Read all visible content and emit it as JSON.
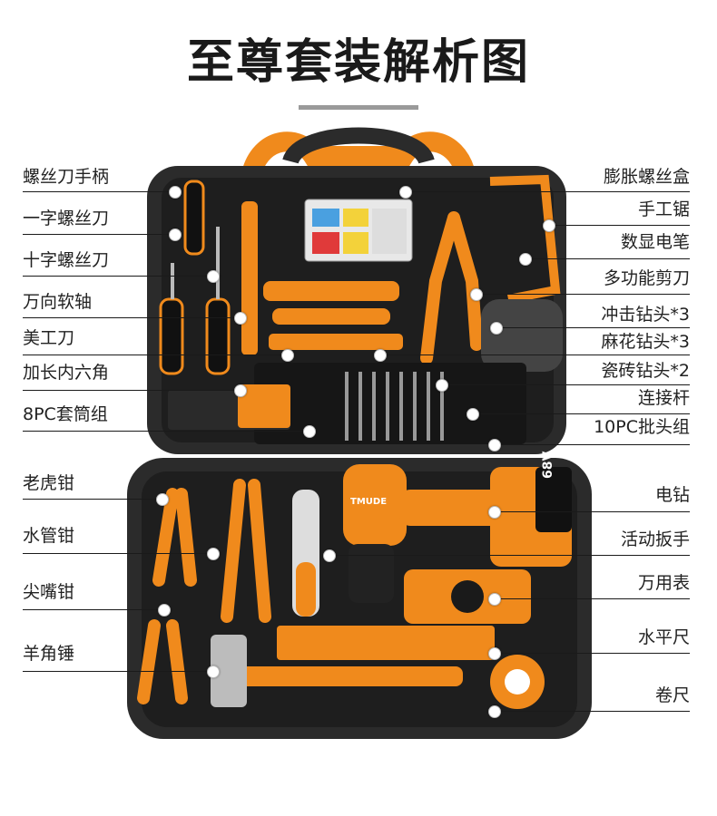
{
  "title": "至尊套装解析图",
  "colors": {
    "accent": "#f08a1c",
    "case": "#2b2b2b",
    "tray": "#1e1e1e",
    "title_rule": "#9a9a9a"
  },
  "labels_left": [
    "螺丝刀手柄",
    "一字螺丝刀",
    "十字螺丝刀",
    "万向软轴",
    "美工刀",
    "加长内六角",
    "8PC套筒组",
    "老虎钳",
    "水管钳",
    "尖嘴钳",
    "羊角锤"
  ],
  "labels_right": [
    "膨胀螺丝盒",
    "手工锯",
    "数显电笔",
    "多功能剪刀",
    "冲击钻头*3",
    "麻花钻头*3",
    "瓷砖钻头*2",
    "连接杆",
    "10PC批头组",
    "电钻",
    "活动扳手",
    "万用表",
    "水平尺",
    "卷尺"
  ],
  "product_marks": {
    "battery_voltage": "68V",
    "drill_brand": "TMUDE"
  }
}
